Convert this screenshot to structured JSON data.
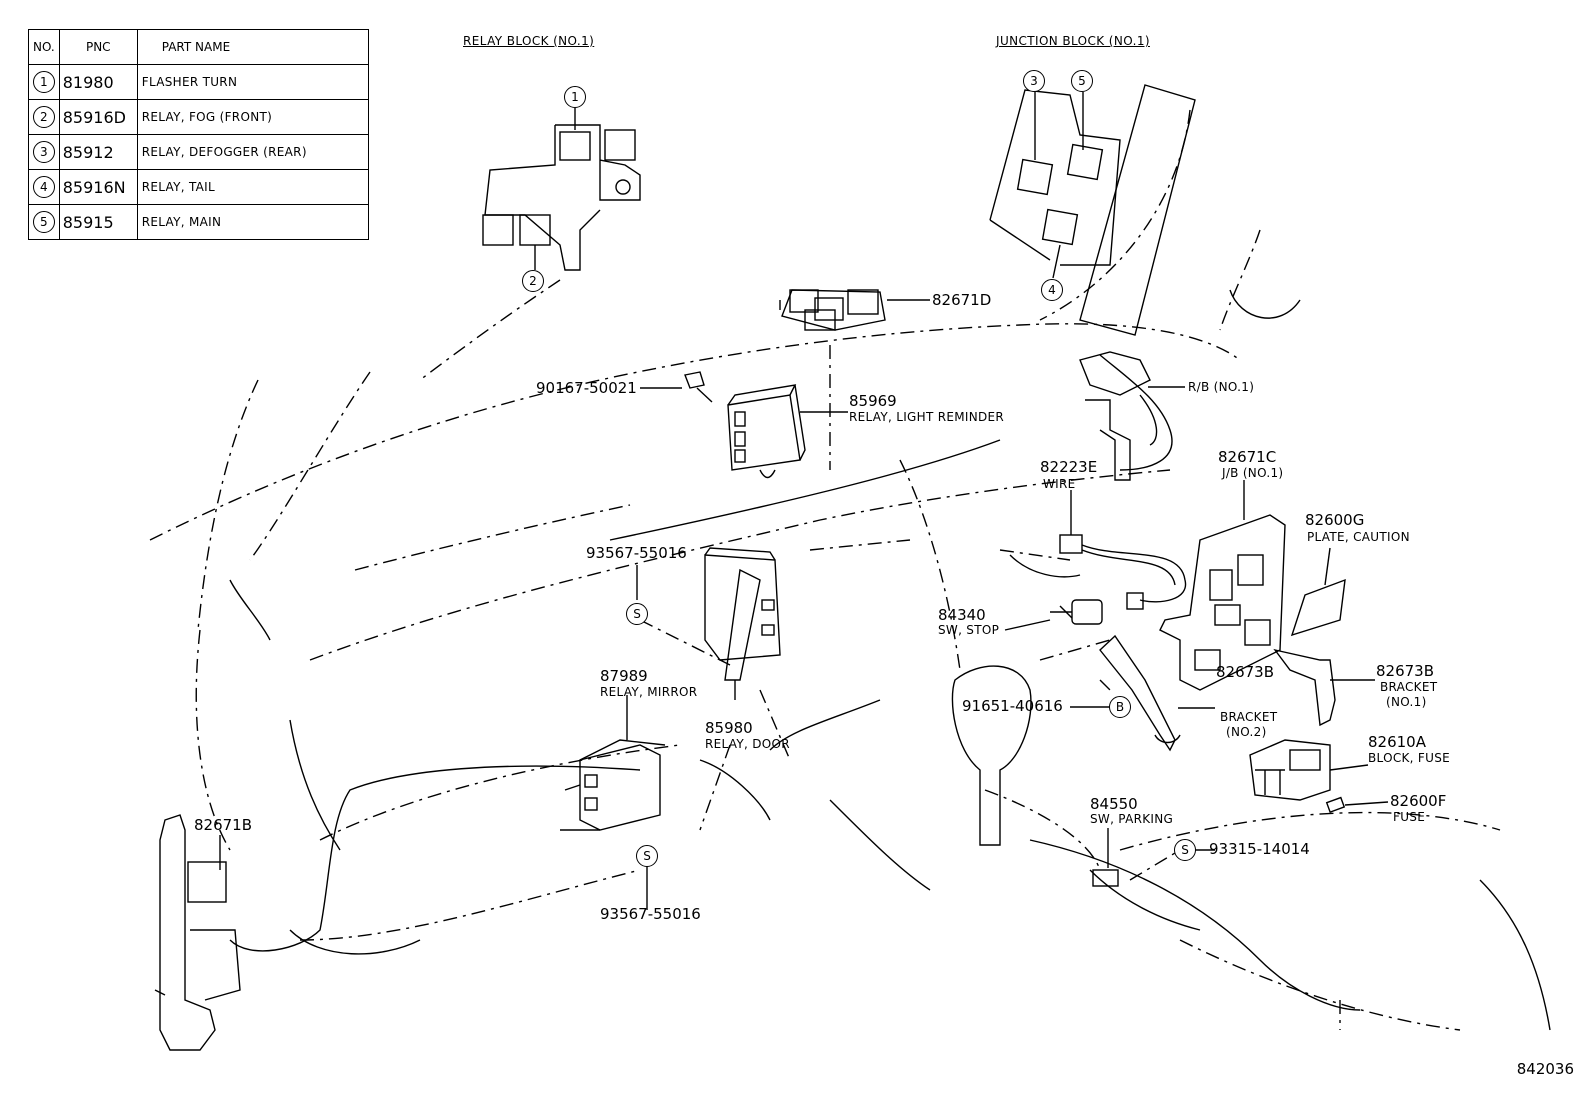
{
  "table": {
    "headers": {
      "no": "NO.",
      "pnc": "PNC",
      "name": "PART NAME"
    },
    "rows": [
      {
        "no": "1",
        "pnc": "81980",
        "name": "FLASHER TURN"
      },
      {
        "no": "2",
        "pnc": "85916D",
        "name": "RELAY, FOG (FRONT)"
      },
      {
        "no": "3",
        "pnc": "85912",
        "name": "RELAY, DEFOGGER (REAR)"
      },
      {
        "no": "4",
        "pnc": "85916N",
        "name": "RELAY, TAIL"
      },
      {
        "no": "5",
        "pnc": "85915",
        "name": "RELAY, MAIN"
      }
    ]
  },
  "headings": {
    "relay_block": "RELAY BLOCK (NO.1)",
    "junction_block": "JUNCTION BLOCK (NO.1)"
  },
  "callouts": {
    "c1": "1",
    "c2": "2",
    "c3": "3",
    "c4": "4",
    "c5": "5",
    "s": "S",
    "b": "B"
  },
  "labels": {
    "p82671D": "82671D",
    "p90167": "90167-50021",
    "p85969": "85969",
    "p85969_desc": "RELAY, LIGHT REMINDER",
    "rb": "R/B (NO.1)",
    "p82223E": "82223E",
    "p82223E_desc": "WIRE",
    "p82671C": "82671C",
    "p82671C_desc": "J/B (NO.1)",
    "p82600G": "82600G",
    "p82600G_desc": "PLATE, CAUTION",
    "p93567a": "93567-55016",
    "p84340": "84340",
    "p84340_desc": "SW, STOP",
    "p87989": "87989",
    "p87989_desc": "RELAY, MIRROR",
    "p85980": "85980",
    "p85980_desc": "RELAY, DOOR",
    "p82673B2": "82673B",
    "p82673B2_desc": "BRACKET",
    "p82673B2_desc2": "(NO.2)",
    "p91651": "91651-40616",
    "p82673B1": "82673B",
    "p82673B1_desc": "BRACKET",
    "p82673B1_desc2": "(NO.1)",
    "p82610A": "82610A",
    "p82610A_desc": "BLOCK, FUSE",
    "p82600F": "82600F",
    "p82600F_desc": "FUSE",
    "p84550": "84550",
    "p84550_desc": "SW, PARKING",
    "p93315": "93315-14014",
    "p82671B": "82671B",
    "p93567b": "93567-55016"
  },
  "figure_id": "842036"
}
